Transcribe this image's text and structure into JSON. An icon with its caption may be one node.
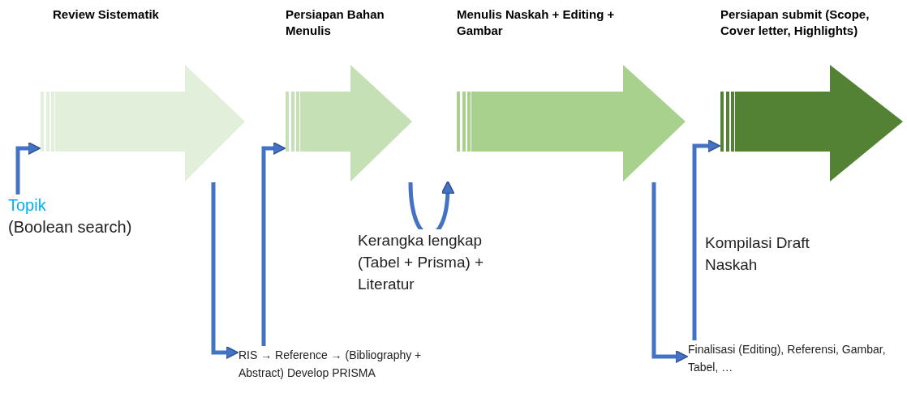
{
  "diagram": {
    "nodes": [
      {
        "text": [
          "Review Sistematik"
        ]
      },
      {
        "text": [
          "Persiapan Bahan Menulis"
        ]
      },
      {
        "text": [
          "Menulis Naskah + Editing + Gambar"
        ]
      },
      {
        "text": [
          "Persiapan submit (Scope, Cover letter, Highlights)"
        ]
      },
      {
        "text": [
          "Topik",
          "(Boolean search)"
        ]
      },
      {
        "text": [
          "RIS → Reference → (Bibliography + Abstract) Develop PRISMA"
        ]
      },
      {
        "text": [
          "Finalisasi (Editing), Referensi, Gambar, Tabel, …"
        ]
      }
    ],
    "edges": [
      {
        "from": 4,
        "to": 0,
        "arrow": "to"
      },
      {
        "from": 0,
        "to": 5,
        "arrow": "to"
      },
      {
        "from": 5,
        "to": 1,
        "arrow": "to"
      },
      {
        "from": 1,
        "to": 2,
        "arrow": "to",
        "label": "Kerangka lengkap (Tabel + Prisma) + Literatur"
      },
      {
        "from": 2,
        "to": 6,
        "arrow": "to"
      },
      {
        "from": 6,
        "to": 3,
        "arrow": "to",
        "label": "Kompilasi Draft Naskah"
      }
    ]
  }
}
